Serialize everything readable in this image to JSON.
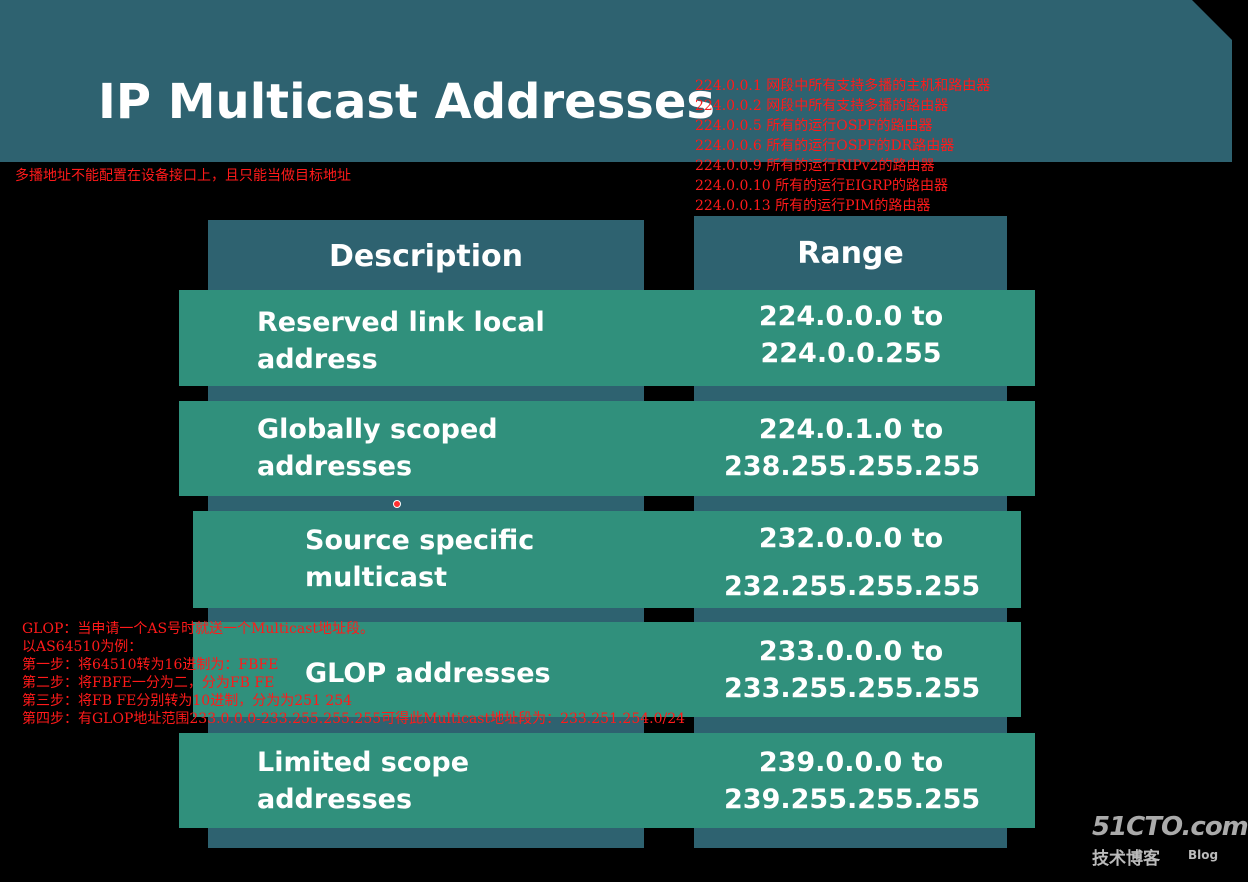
{
  "slide": {
    "title": "IP Multicast Addresses",
    "note_left": "多播地址不能配置在设备接口上，且只能当做目标地址",
    "notes_top": [
      "224.0.0.1  网段中所有支持多播的主机和路由器",
      "224.0.0.2  网段中所有支持多播的路由器",
      "224.0.0.5  所有的运行OSPF的路由器",
      "224.0.0.6  所有的运行OSPF的DR路由器",
      "224.0.0.9  所有的运行RIPv2的路由器",
      "224.0.0.10 所有的运行EIGRP的路由器",
      "224.0.0.13 所有的运行PIM的路由器"
    ],
    "glop_notes": [
      "GLOP：当申请一个AS号时就送一个Multicast地址段。",
      "以AS64510为例：",
      "第一步：将64510转为16进制为：FBFE",
      "第二步：将FBFE一分为二，分为FB FE",
      "第三步：将FB FE分别转为10进制，分为为251 254",
      "第四步：有GLOP地址范围233.0.0.0-233.255.255.255可得此Multicast地址段为：233.251.254.0/24"
    ]
  },
  "table": {
    "headers": {
      "description": "Description",
      "range": "Range"
    },
    "rows": [
      {
        "desc_1": "Reserved link local",
        "desc_2": "address",
        "range_1": "224.0.0.0 to",
        "range_2": "224.0.0.255"
      },
      {
        "desc_1": "Globally scoped",
        "desc_2": "addresses",
        "range_1": "224.0.1.0 to",
        "range_2": "238.255.255.255"
      },
      {
        "desc_1": "Source specific",
        "desc_2": "multicast",
        "range_1": "232.0.0.0 to",
        "range_2": "232.255.255.255"
      },
      {
        "desc_1": "GLOP addresses",
        "desc_2": "",
        "range_1": "233.0.0.0 to",
        "range_2": "233.255.255.255"
      },
      {
        "desc_1": "Limited scope",
        "desc_2": "addresses",
        "range_1": "239.0.0.0 to",
        "range_2": "239.255.255.255"
      }
    ]
  },
  "watermark": {
    "site": "51CTO.com",
    "label": "技术博客",
    "blog": "Blog"
  },
  "colors": {
    "banner": "#2e6270",
    "band": "#30907c",
    "note_red": "#ff1a1a",
    "background": "#000000"
  }
}
